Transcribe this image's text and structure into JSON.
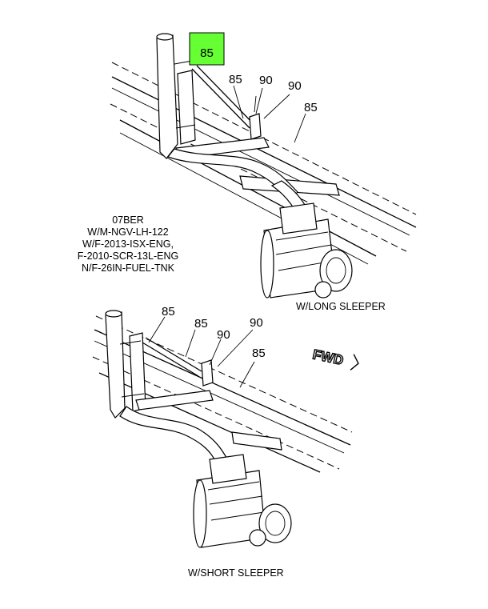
{
  "highlight": {
    "label": "85",
    "color": "#66ff33"
  },
  "callouts_top": [
    "85",
    "90",
    "90",
    "85"
  ],
  "callouts_bottom": [
    "85",
    "85",
    "90",
    "90",
    "85"
  ],
  "note_lines": [
    "07BER",
    "W/M-NGV-LH-122",
    "W/F-2013-ISX-ENG,",
    "F-2010-SCR-13L-ENG",
    "N/F-26IN-FUEL-TNK"
  ],
  "views": {
    "top": "W/LONG SLEEPER",
    "bottom": "W/SHORT SLEEPER"
  },
  "direction": {
    "label": "FWD"
  },
  "line_color": "#000000"
}
